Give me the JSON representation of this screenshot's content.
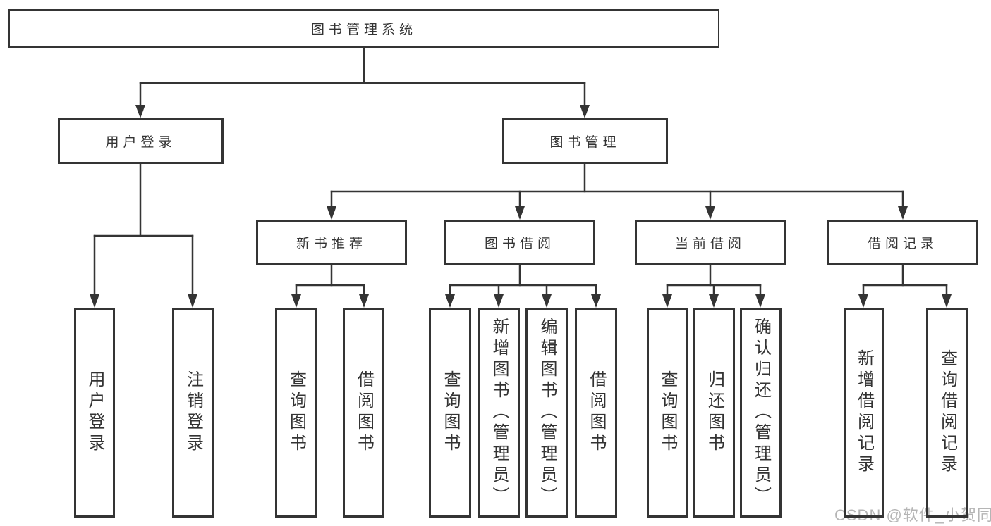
{
  "nodes": {
    "root": {
      "label": "图书管理系统"
    },
    "user_login": {
      "label": "用户登录"
    },
    "book_mgmt": {
      "label": "图书管理"
    },
    "new_book_rec": {
      "label": "新书推荐"
    },
    "book_borrow": {
      "label": "图书借阅"
    },
    "current_borrow": {
      "label": "当前借阅"
    },
    "borrow_records": {
      "label": "借阅记录"
    },
    "leaf_user_login": {
      "label": "用户登录"
    },
    "leaf_logout": {
      "label": "注销登录"
    },
    "rec_query": {
      "label": "查询图书"
    },
    "rec_borrow": {
      "label": "借阅图书"
    },
    "bb_query": {
      "label": "查询图书"
    },
    "bb_add": {
      "label": "新增图书（管理员）"
    },
    "bb_edit": {
      "label": "编辑图书（管理员）"
    },
    "bb_borrow": {
      "label": "借阅图书"
    },
    "cb_query": {
      "label": "查询图书"
    },
    "cb_return": {
      "label": "归还图书"
    },
    "cb_confirm": {
      "label": "确认归还（管理员）"
    },
    "br_add": {
      "label": "新增借阅记录"
    },
    "br_query": {
      "label": "查询借阅记录"
    }
  },
  "watermark": {
    "text": "CSDN @软件_小贺同学"
  },
  "colors": {
    "line": "#343434",
    "border": "#343434",
    "text": "#333333",
    "watermark": "#b5b5b5",
    "background": "#ffffff"
  }
}
